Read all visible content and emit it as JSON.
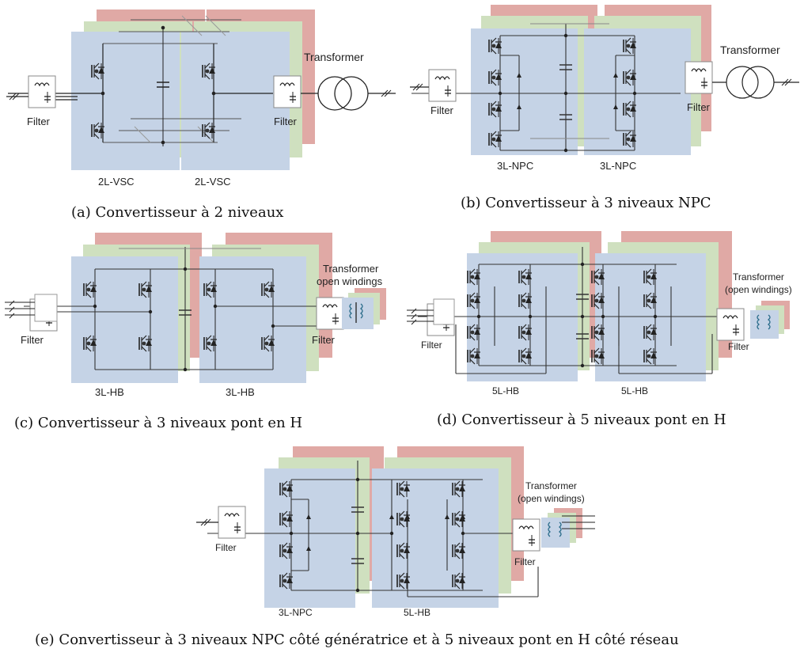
{
  "panels": {
    "a": {
      "caption": "(a) Convertisseur à 2 niveaux",
      "left_converter": "2L-VSC",
      "right_converter": "2L-VSC",
      "filter_left": "Filter",
      "filter_right": "Filter",
      "transformer": "Transformer"
    },
    "b": {
      "caption": "(b) Convertisseur à 3 niveaux NPC",
      "left_converter": "3L-NPC",
      "right_converter": "3L-NPC",
      "filter_left": "Filter",
      "filter_right": "Filter",
      "transformer": "Transformer"
    },
    "c": {
      "caption": "(c) Convertisseur à 3 niveaux pont en H",
      "left_converter": "3L-HB",
      "right_converter": "3L-HB",
      "filter_left": "Filter",
      "filter_right": "Filter",
      "transformer_line1": "Transformer",
      "transformer_line2": "open windings"
    },
    "d": {
      "caption": "(d) Convertisseur à 5 niveaux pont en H",
      "left_converter": "5L-HB",
      "right_converter": "5L-HB",
      "filter_left": "Filter",
      "filter_right": "Filter",
      "transformer_line1": "Transformer",
      "transformer_line2": "(open windings)"
    },
    "e": {
      "caption": "(e) Convertisseur à 3 niveaux NPC côté génératrice et à 5 niveaux pont en H côté réseau",
      "left_converter": "3L-NPC",
      "right_converter": "5L-HB",
      "filter_left": "Filter",
      "filter_right": "Filter",
      "transformer_line1": "Transformer",
      "transformer_line2": "(open windings)"
    }
  },
  "colors": {
    "blue_layer": "#c5d3e6",
    "green_layer": "#cfe0bf",
    "red_layer": "#e0a9a5",
    "wire": "#2a2a2a"
  }
}
